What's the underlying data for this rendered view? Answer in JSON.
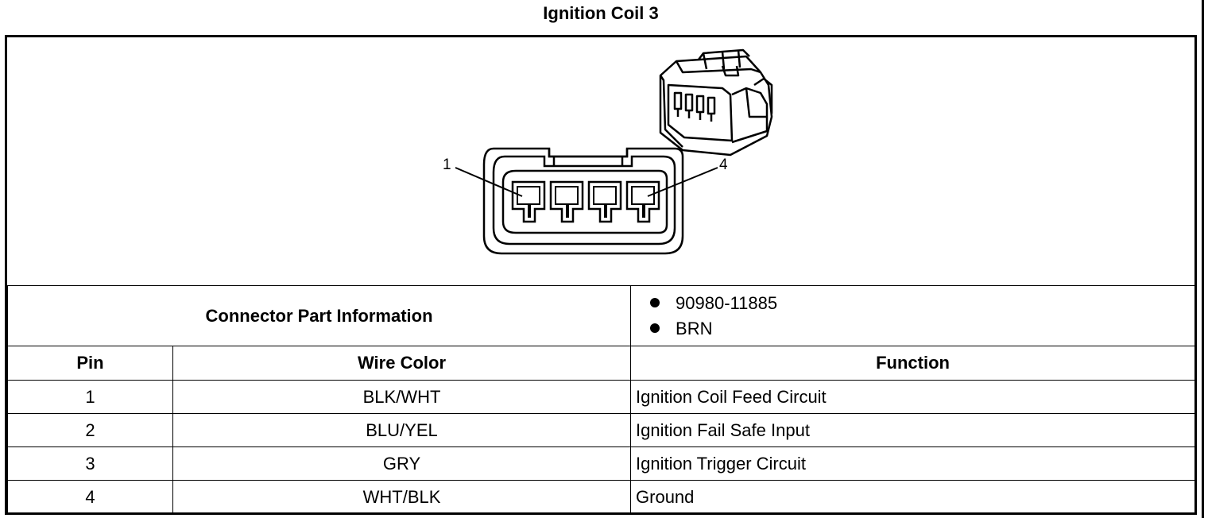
{
  "title": "Ignition Coil 3",
  "diagram": {
    "pin_labels": [
      "1",
      "4"
    ],
    "connector_image_icon": "connector-3d-icon",
    "face_view_icon": "connector-face-icon"
  },
  "connector_info": {
    "label": "Connector Part Information",
    "items": [
      "90980-11885",
      "BRN"
    ]
  },
  "table": {
    "headers": {
      "pin": "Pin",
      "wire_color": "Wire Color",
      "function": "Function"
    },
    "rows": [
      {
        "pin": "1",
        "wire_color": "BLK/WHT",
        "function": "Ignition Coil Feed Circuit"
      },
      {
        "pin": "2",
        "wire_color": "BLU/YEL",
        "function": "Ignition Fail Safe Input"
      },
      {
        "pin": "3",
        "wire_color": "GRY",
        "function": "Ignition Trigger Circuit"
      },
      {
        "pin": "4",
        "wire_color": "WHT/BLK",
        "function": "Ground"
      }
    ]
  }
}
